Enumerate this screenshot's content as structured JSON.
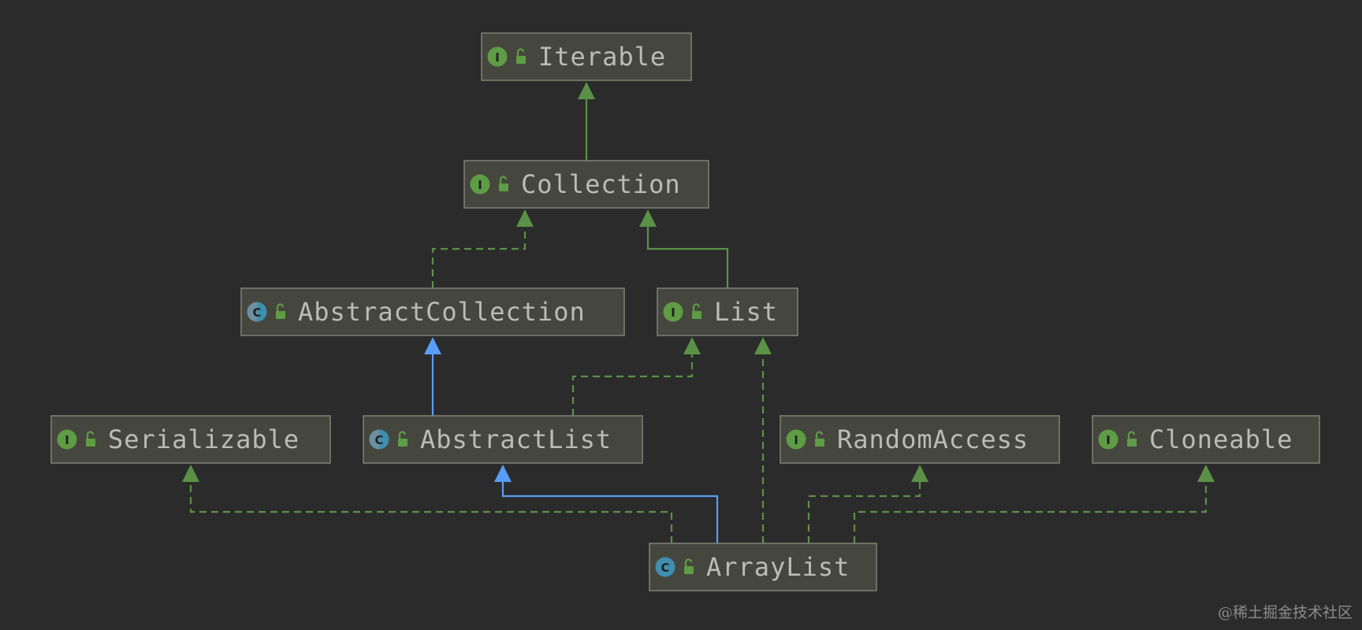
{
  "diagram": {
    "type": "uml-class-hierarchy",
    "colors": {
      "background": "#2b2b2b",
      "node_fill": "#45473e",
      "node_border": "#7b7d72",
      "node_text": "#bbbdb5",
      "interface_badge": "#5e9c45",
      "class_badge": "#3f8fb0",
      "implements_edge": "#5a9146",
      "extends_interface_edge": "#5a9146",
      "extends_class_edge": "#589df6"
    },
    "nodes": [
      {
        "id": "iterable",
        "label": "Iterable",
        "kind": "interface",
        "badge": "I",
        "badge_icon": "interface-icon",
        "lock_icon": "public-lock-icon"
      },
      {
        "id": "collection",
        "label": "Collection",
        "kind": "interface",
        "badge": "I",
        "badge_icon": "interface-icon",
        "lock_icon": "public-lock-icon"
      },
      {
        "id": "abstractcollection",
        "label": "AbstractCollection",
        "kind": "abstract-class",
        "badge": "C",
        "badge_icon": "abstract-class-icon",
        "lock_icon": "public-lock-icon"
      },
      {
        "id": "list",
        "label": "List",
        "kind": "interface",
        "badge": "I",
        "badge_icon": "interface-icon",
        "lock_icon": "public-lock-icon"
      },
      {
        "id": "serializable",
        "label": "Serializable",
        "kind": "interface",
        "badge": "I",
        "badge_icon": "interface-icon",
        "lock_icon": "public-lock-icon"
      },
      {
        "id": "abstractlist",
        "label": "AbstractList",
        "kind": "abstract-class",
        "badge": "C",
        "badge_icon": "abstract-class-icon",
        "lock_icon": "public-lock-icon"
      },
      {
        "id": "randomaccess",
        "label": "RandomAccess",
        "kind": "interface",
        "badge": "I",
        "badge_icon": "interface-icon",
        "lock_icon": "public-lock-icon"
      },
      {
        "id": "cloneable",
        "label": "Cloneable",
        "kind": "interface",
        "badge": "I",
        "badge_icon": "interface-icon",
        "lock_icon": "public-lock-icon"
      },
      {
        "id": "arraylist",
        "label": "ArrayList",
        "kind": "class",
        "badge": "C",
        "badge_icon": "class-icon",
        "lock_icon": "public-lock-icon"
      }
    ],
    "edges": [
      {
        "from": "collection",
        "to": "iterable",
        "relation": "extends-interface"
      },
      {
        "from": "abstractcollection",
        "to": "collection",
        "relation": "implements"
      },
      {
        "from": "list",
        "to": "collection",
        "relation": "extends-interface"
      },
      {
        "from": "abstractlist",
        "to": "abstractcollection",
        "relation": "extends-class"
      },
      {
        "from": "abstractlist",
        "to": "list",
        "relation": "implements"
      },
      {
        "from": "arraylist",
        "to": "list",
        "relation": "implements"
      },
      {
        "from": "arraylist",
        "to": "serializable",
        "relation": "implements"
      },
      {
        "from": "arraylist",
        "to": "abstractlist",
        "relation": "extends-class"
      },
      {
        "from": "arraylist",
        "to": "randomaccess",
        "relation": "implements"
      },
      {
        "from": "arraylist",
        "to": "cloneable",
        "relation": "implements"
      }
    ]
  },
  "watermark": "@稀土掘金技术社区"
}
